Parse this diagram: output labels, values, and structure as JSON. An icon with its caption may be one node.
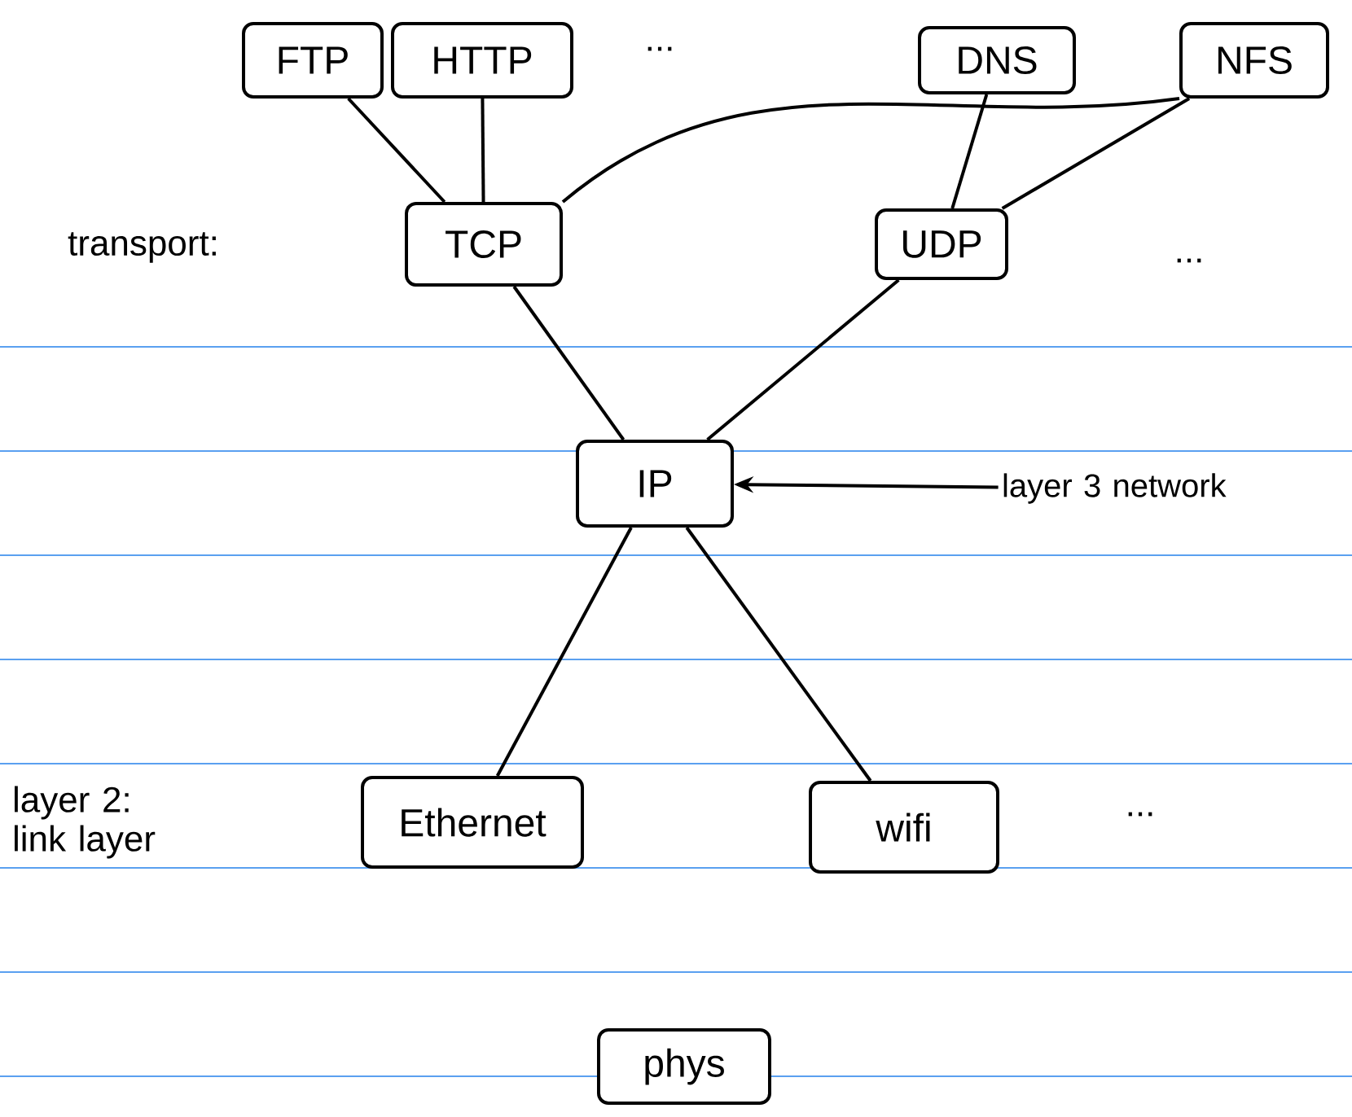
{
  "diagram": {
    "nodes": [
      {
        "text": [
          "FTP"
        ]
      },
      {
        "text": [
          "HTTP"
        ]
      },
      {
        "text": [
          "DNS"
        ]
      },
      {
        "text": [
          "NFS"
        ]
      },
      {
        "text": [
          "TCP"
        ]
      },
      {
        "text": [
          "UDP"
        ]
      },
      {
        "text": [
          "IP"
        ]
      },
      {
        "text": [
          "Ethernet"
        ]
      },
      {
        "text": [
          "wifi"
        ]
      },
      {
        "text": [
          "phys"
        ]
      },
      {
        "text": [
          "layer 3 network"
        ]
      }
    ],
    "edges": [
      {
        "from": 0,
        "to": 4,
        "arrow": "none"
      },
      {
        "from": 1,
        "to": 4,
        "arrow": "none"
      },
      {
        "from": 3,
        "to": 4,
        "arrow": "none"
      },
      {
        "from": 2,
        "to": 5,
        "arrow": "none"
      },
      {
        "from": 3,
        "to": 5,
        "arrow": "none"
      },
      {
        "from": 4,
        "to": 6,
        "arrow": "none"
      },
      {
        "from": 5,
        "to": 6,
        "arrow": "none"
      },
      {
        "from": 6,
        "to": 7,
        "arrow": "none"
      },
      {
        "from": 6,
        "to": 8,
        "arrow": "none"
      },
      {
        "from": 10,
        "to": 6,
        "arrow": "to"
      }
    ],
    "labels": [
      "...",
      "transport:",
      "...",
      "layer 2: link layer",
      "..."
    ]
  }
}
